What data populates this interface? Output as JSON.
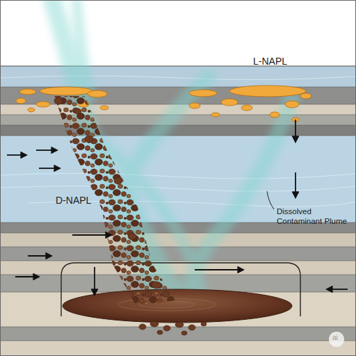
{
  "diagram": {
    "labels": [
      "L-NAPL",
      "D-NAPL",
      "Dissolved Contaminant Plume",
      "ai"
    ]
  }
}
